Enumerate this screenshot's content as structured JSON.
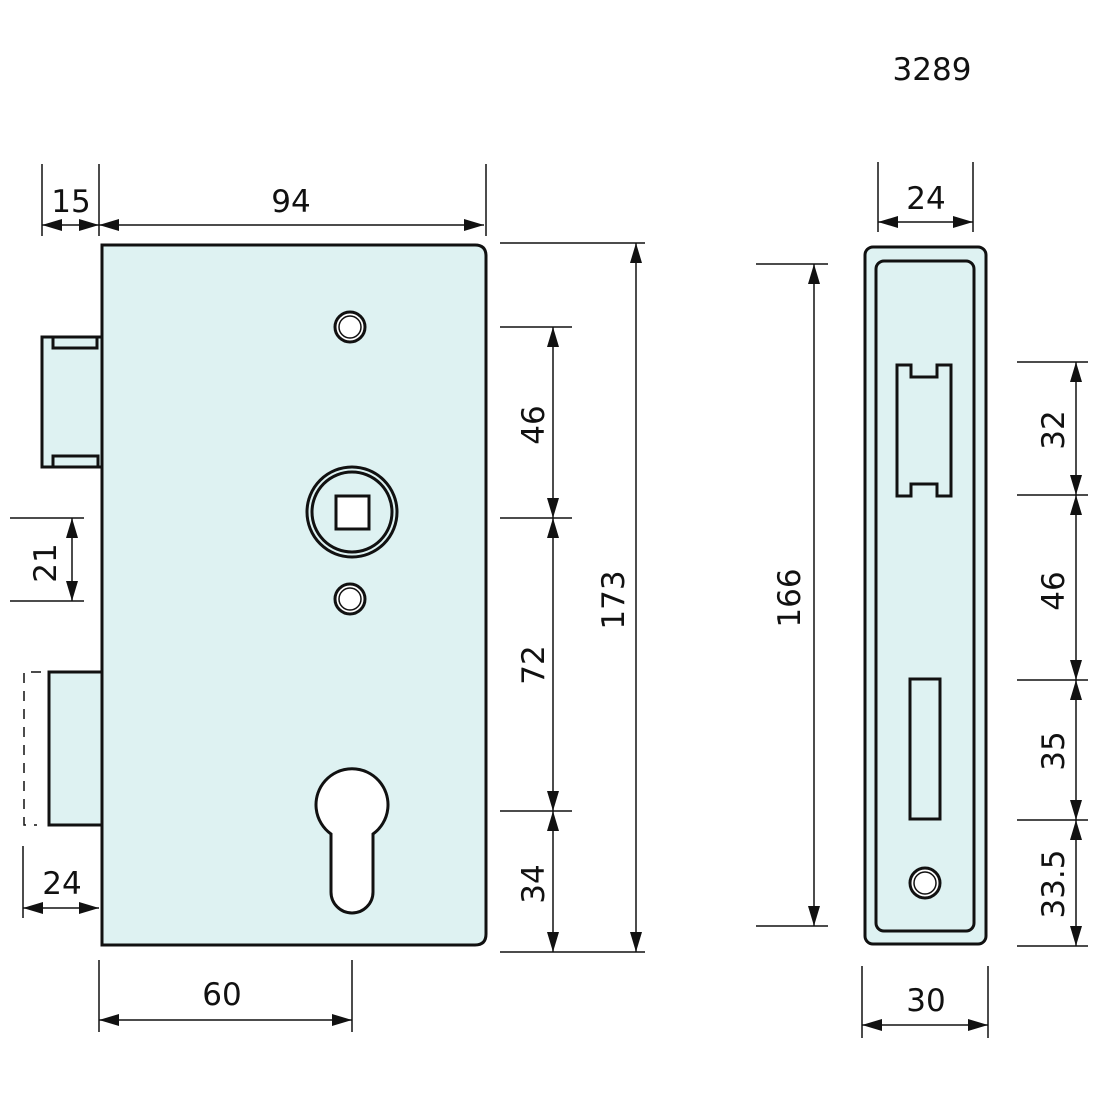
{
  "product_code": "3289",
  "front_view": {
    "dimensions": {
      "latch_projection": "15",
      "body_width": "94",
      "latch_to_top": "46",
      "latch_height": "21",
      "spindle_to_cylinder": "72",
      "cylinder_to_bottom": "34",
      "overall_height": "173",
      "bolt_projection": "24",
      "backset": "60"
    }
  },
  "side_view": {
    "dimensions": {
      "faceplate_width": "24",
      "faceplate_height": "166",
      "latch_cutout_height": "32",
      "latch_to_bolt": "46",
      "bolt_cutout_height": "35",
      "bolt_to_bottom": "33.5",
      "case_depth": "30"
    }
  },
  "colors": {
    "body_fill": "#def2f2",
    "line": "#111111",
    "background": "#ffffff"
  }
}
